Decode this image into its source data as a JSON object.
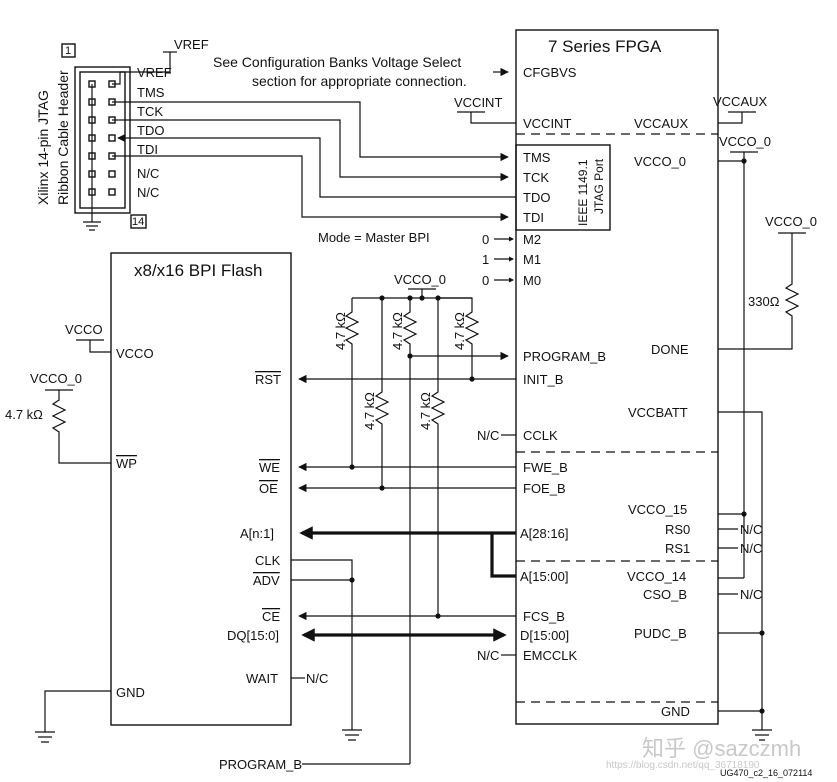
{
  "jtag": {
    "title_line1": "Xilinx 14-pin JTAG",
    "title_line2": "Ribbon Cable Header",
    "pin_first": "1",
    "pin_last": "14",
    "vref_top": "VREF",
    "pins": [
      "VREF",
      "TMS",
      "TCK",
      "TDO",
      "TDI",
      "N/C",
      "N/C"
    ]
  },
  "notes": {
    "cfg_line1": "See Configuration Banks Voltage Select",
    "cfg_line2": "section for appropriate connection.",
    "mode": "Mode = Master BPI"
  },
  "fpga": {
    "title": "7 Series FPGA",
    "left_pins": [
      "CFGBVS",
      "VCCINT",
      "TMS",
      "TCK",
      "TDO",
      "TDI",
      "M2",
      "M1",
      "M0",
      "PROGRAM_B",
      "INIT_B",
      "CCLK",
      "FWE_B",
      "FOE_B",
      "A[28:16]",
      "A[15:00]",
      "FCS_B",
      "D[15:00]",
      "EMCCLK"
    ],
    "right_pins": [
      "VCCAUX",
      "VCCO_0",
      "DONE",
      "VCCBATT",
      "VCCO_15",
      "RS0",
      "RS1",
      "VCCO_14",
      "CSO_B",
      "PUDC_B",
      "GND"
    ],
    "jtag_port_line1": "IEEE 1149.1",
    "jtag_port_line2": "JTAG Port",
    "mode_values": [
      "0",
      "1",
      "0"
    ]
  },
  "flash": {
    "title": "x8/x16 BPI Flash",
    "pins": [
      "VCCO",
      "RST",
      "WP",
      "WE",
      "OE",
      "A[n:1]",
      "CLK",
      "ADV",
      "CE",
      "DQ[15:0]",
      "WAIT",
      "GND"
    ]
  },
  "supplies": {
    "vccint": "VCCINT",
    "vccaux": "VCCAUX",
    "vcco_0": "VCCO_0",
    "vcco": "VCCO"
  },
  "resistors": {
    "r47": "4.7 kΩ",
    "r330": "330Ω"
  },
  "labels": {
    "nc": "N/C",
    "program_b_bottom": "PROGRAM_B"
  },
  "footer": {
    "watermark": "知乎 @sazczmh",
    "url": "https://blog.csdn.net/qq_36718190",
    "code": "UG470_c2_16_072114"
  }
}
